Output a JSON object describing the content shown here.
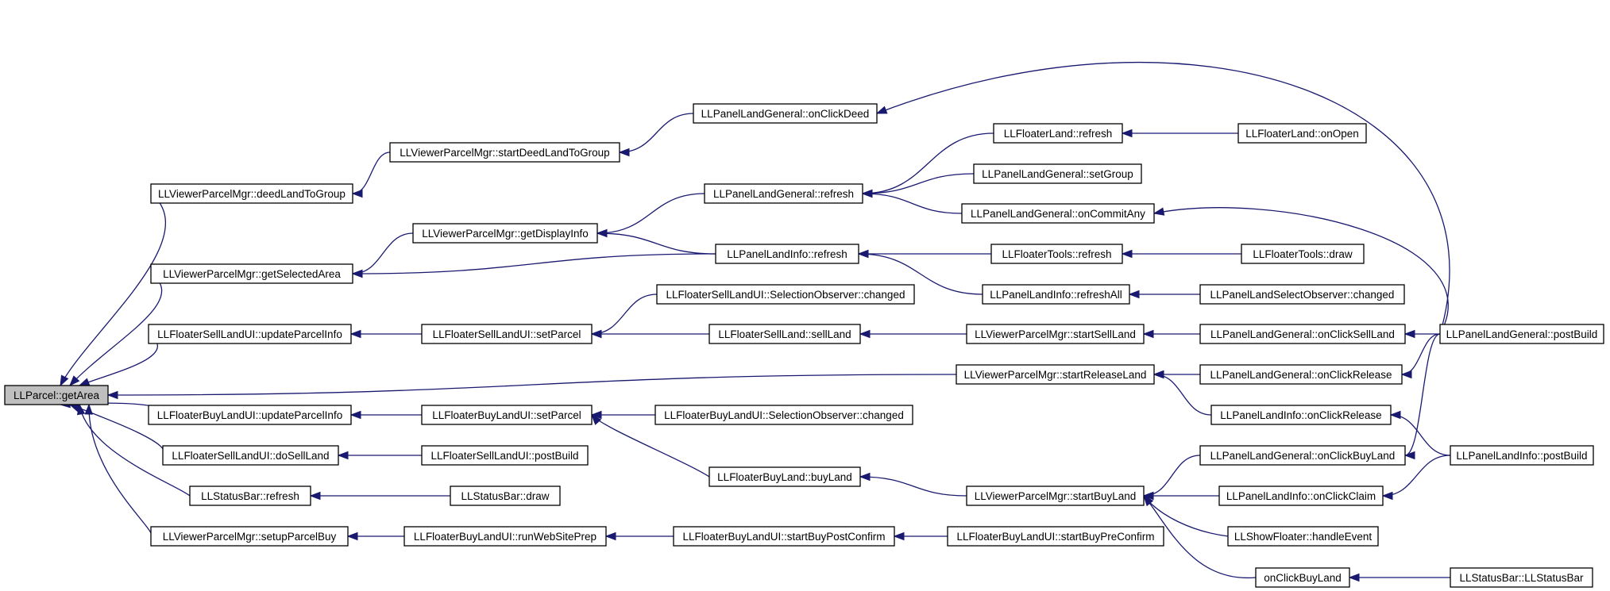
{
  "graph": {
    "edge_color": "#191970",
    "root_fill": "#bfbfbf",
    "nodes": [
      {
        "id": "root",
        "label": "LLParcel::getArea"
      },
      {
        "id": "deedLandToGroup",
        "label": "LLViewerParcelMgr::deedLandToGroup"
      },
      {
        "id": "getSelectedArea",
        "label": "LLViewerParcelMgr::getSelectedArea"
      },
      {
        "id": "sellUpdateParcelInfo",
        "label": "LLFloaterSellLandUI::updateParcelInfo"
      },
      {
        "id": "buyUpdateParcelInfo",
        "label": "LLFloaterBuyLandUI::updateParcelInfo"
      },
      {
        "id": "doSellLand",
        "label": "LLFloaterSellLandUI::doSellLand"
      },
      {
        "id": "statusBarRefresh",
        "label": "LLStatusBar::refresh"
      },
      {
        "id": "setupParcelBuy",
        "label": "LLViewerParcelMgr::setupParcelBuy"
      },
      {
        "id": "startDeedLandToGroup",
        "label": "LLViewerParcelMgr::startDeedLandToGroup"
      },
      {
        "id": "getDisplayInfo",
        "label": "LLViewerParcelMgr::getDisplayInfo"
      },
      {
        "id": "sellSetParcel",
        "label": "LLFloaterSellLandUI::setParcel"
      },
      {
        "id": "buySetParcel",
        "label": "LLFloaterBuyLandUI::setParcel"
      },
      {
        "id": "sellPostBuild",
        "label": "LLFloaterSellLandUI::postBuild"
      },
      {
        "id": "statusBarDraw",
        "label": "LLStatusBar::draw"
      },
      {
        "id": "runWebSitePrep",
        "label": "LLFloaterBuyLandUI::runWebSitePrep"
      },
      {
        "id": "onClickDeed",
        "label": "LLPanelLandGeneral::onClickDeed"
      },
      {
        "id": "landGeneralRefresh",
        "label": "LLPanelLandGeneral::refresh"
      },
      {
        "id": "landInfoRefresh",
        "label": "LLPanelLandInfo::refresh"
      },
      {
        "id": "sellSelectionChanged",
        "label": "LLFloaterSellLandUI::SelectionObserver::changed"
      },
      {
        "id": "sellLand",
        "label": "LLFloaterSellLand::sellLand"
      },
      {
        "id": "buySelectionChanged",
        "label": "LLFloaterBuyLandUI::SelectionObserver::changed"
      },
      {
        "id": "buyLand",
        "label": "LLFloaterBuyLand::buyLand"
      },
      {
        "id": "startBuyPostConfirm",
        "label": "LLFloaterBuyLandUI::startBuyPostConfirm"
      },
      {
        "id": "floaterLandRefresh",
        "label": "LLFloaterLand::refresh"
      },
      {
        "id": "setGroup",
        "label": "LLPanelLandGeneral::setGroup"
      },
      {
        "id": "onCommitAny",
        "label": "LLPanelLandGeneral::onCommitAny"
      },
      {
        "id": "floaterToolsRefresh",
        "label": "LLFloaterTools::refresh"
      },
      {
        "id": "refreshAll",
        "label": "LLPanelLandInfo::refreshAll"
      },
      {
        "id": "startSellLand",
        "label": "LLViewerParcelMgr::startSellLand"
      },
      {
        "id": "startReleaseLand",
        "label": "LLViewerParcelMgr::startReleaseLand"
      },
      {
        "id": "startBuyLand",
        "label": "LLViewerParcelMgr::startBuyLand"
      },
      {
        "id": "startBuyPreConfirm",
        "label": "LLFloaterBuyLandUI::startBuyPreConfirm"
      },
      {
        "id": "floaterLandOnOpen",
        "label": "LLFloaterLand::onOpen"
      },
      {
        "id": "floaterToolsDraw",
        "label": "LLFloaterTools::draw"
      },
      {
        "id": "landSelectObserverChanged",
        "label": "LLPanelLandSelectObserver::changed"
      },
      {
        "id": "onClickSellLand",
        "label": "LLPanelLandGeneral::onClickSellLand"
      },
      {
        "id": "generalOnClickRelease",
        "label": "LLPanelLandGeneral::onClickRelease"
      },
      {
        "id": "infoOnClickRelease",
        "label": "LLPanelLandInfo::onClickRelease"
      },
      {
        "id": "onClickBuyLandGeneral",
        "label": "LLPanelLandGeneral::onClickBuyLand"
      },
      {
        "id": "onClickClaim",
        "label": "LLPanelLandInfo::onClickClaim"
      },
      {
        "id": "handleEvent",
        "label": "LLShowFloater::handleEvent"
      },
      {
        "id": "onClickBuyLand",
        "label": "onClickBuyLand"
      },
      {
        "id": "generalPostBuild",
        "label": "LLPanelLandGeneral::postBuild"
      },
      {
        "id": "infoPostBuild",
        "label": "LLPanelLandInfo::postBuild"
      },
      {
        "id": "statusBarCtor",
        "label": "LLStatusBar::LLStatusBar"
      }
    ],
    "edges": [
      {
        "from": "deedLandToGroup",
        "to": "root"
      },
      {
        "from": "getSelectedArea",
        "to": "root"
      },
      {
        "from": "sellUpdateParcelInfo",
        "to": "root"
      },
      {
        "from": "startReleaseLand",
        "to": "root"
      },
      {
        "from": "buyUpdateParcelInfo",
        "to": "root"
      },
      {
        "from": "doSellLand",
        "to": "root"
      },
      {
        "from": "statusBarRefresh",
        "to": "root"
      },
      {
        "from": "setupParcelBuy",
        "to": "root"
      },
      {
        "from": "startDeedLandToGroup",
        "to": "deedLandToGroup"
      },
      {
        "from": "getDisplayInfo",
        "to": "getSelectedArea"
      },
      {
        "from": "landInfoRefresh",
        "to": "getSelectedArea"
      },
      {
        "from": "sellSetParcel",
        "to": "sellUpdateParcelInfo"
      },
      {
        "from": "buySetParcel",
        "to": "buyUpdateParcelInfo"
      },
      {
        "from": "sellPostBuild",
        "to": "doSellLand"
      },
      {
        "from": "statusBarDraw",
        "to": "statusBarRefresh"
      },
      {
        "from": "runWebSitePrep",
        "to": "setupParcelBuy"
      },
      {
        "from": "onClickDeed",
        "to": "startDeedLandToGroup"
      },
      {
        "from": "landGeneralRefresh",
        "to": "getDisplayInfo"
      },
      {
        "from": "landInfoRefresh",
        "to": "getDisplayInfo"
      },
      {
        "from": "sellSelectionChanged",
        "to": "sellSetParcel"
      },
      {
        "from": "sellLand",
        "to": "sellSetParcel"
      },
      {
        "from": "buySelectionChanged",
        "to": "buySetParcel"
      },
      {
        "from": "buyLand",
        "to": "buySetParcel"
      },
      {
        "from": "startBuyPostConfirm",
        "to": "runWebSitePrep"
      },
      {
        "from": "floaterLandRefresh",
        "to": "landGeneralRefresh"
      },
      {
        "from": "setGroup",
        "to": "landGeneralRefresh"
      },
      {
        "from": "onCommitAny",
        "to": "landGeneralRefresh"
      },
      {
        "from": "floaterToolsRefresh",
        "to": "landInfoRefresh"
      },
      {
        "from": "refreshAll",
        "to": "landInfoRefresh"
      },
      {
        "from": "startSellLand",
        "to": "sellLand"
      },
      {
        "from": "startBuyLand",
        "to": "buyLand"
      },
      {
        "from": "startBuyPreConfirm",
        "to": "startBuyPostConfirm"
      },
      {
        "from": "floaterLandOnOpen",
        "to": "floaterLandRefresh"
      },
      {
        "from": "floaterToolsDraw",
        "to": "floaterToolsRefresh"
      },
      {
        "from": "landSelectObserverChanged",
        "to": "refreshAll"
      },
      {
        "from": "onClickSellLand",
        "to": "startSellLand"
      },
      {
        "from": "generalOnClickRelease",
        "to": "startReleaseLand"
      },
      {
        "from": "infoOnClickRelease",
        "to": "startReleaseLand"
      },
      {
        "from": "onClickBuyLandGeneral",
        "to": "startBuyLand"
      },
      {
        "from": "onClickClaim",
        "to": "startBuyLand"
      },
      {
        "from": "handleEvent",
        "to": "startBuyLand"
      },
      {
        "from": "onClickBuyLand",
        "to": "startBuyLand"
      },
      {
        "from": "generalPostBuild",
        "to": "onClickDeed"
      },
      {
        "from": "generalPostBuild",
        "to": "onCommitAny"
      },
      {
        "from": "generalPostBuild",
        "to": "onClickSellLand"
      },
      {
        "from": "generalPostBuild",
        "to": "generalOnClickRelease"
      },
      {
        "from": "generalPostBuild",
        "to": "onClickBuyLandGeneral"
      },
      {
        "from": "infoPostBuild",
        "to": "infoOnClickRelease"
      },
      {
        "from": "infoPostBuild",
        "to": "onClickClaim"
      },
      {
        "from": "statusBarCtor",
        "to": "onClickBuyLand"
      }
    ]
  }
}
